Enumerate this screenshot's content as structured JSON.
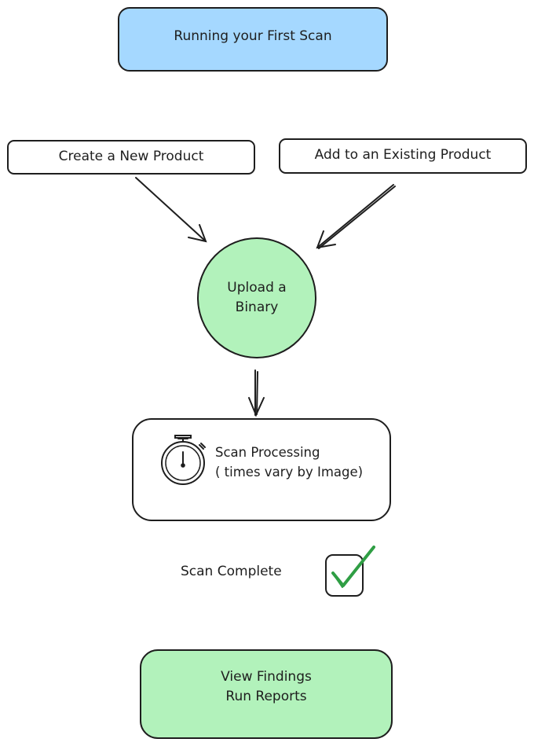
{
  "colors": {
    "stroke": "#1e1e1e",
    "start_fill": "#a5d8ff",
    "green_fill": "#b2f2bb",
    "check": "#2f9e44",
    "white_fill": "#ffffff"
  },
  "nodes": {
    "start": {
      "text": "Running your  First Scan"
    },
    "new_product": {
      "text": "Create a New Product"
    },
    "existing_product": {
      "text": "Add to an Existing Product"
    },
    "upload": {
      "line1": "Upload a",
      "line2": "Binary"
    },
    "processing": {
      "line1": "Scan Processing",
      "line2": "( times vary by Image)",
      "icon": "stopwatch-icon"
    },
    "complete": {
      "text": "Scan Complete",
      "icon": "checkbox-check-icon"
    },
    "findings": {
      "line1": "View Findings",
      "line2": "Run Reports"
    }
  }
}
